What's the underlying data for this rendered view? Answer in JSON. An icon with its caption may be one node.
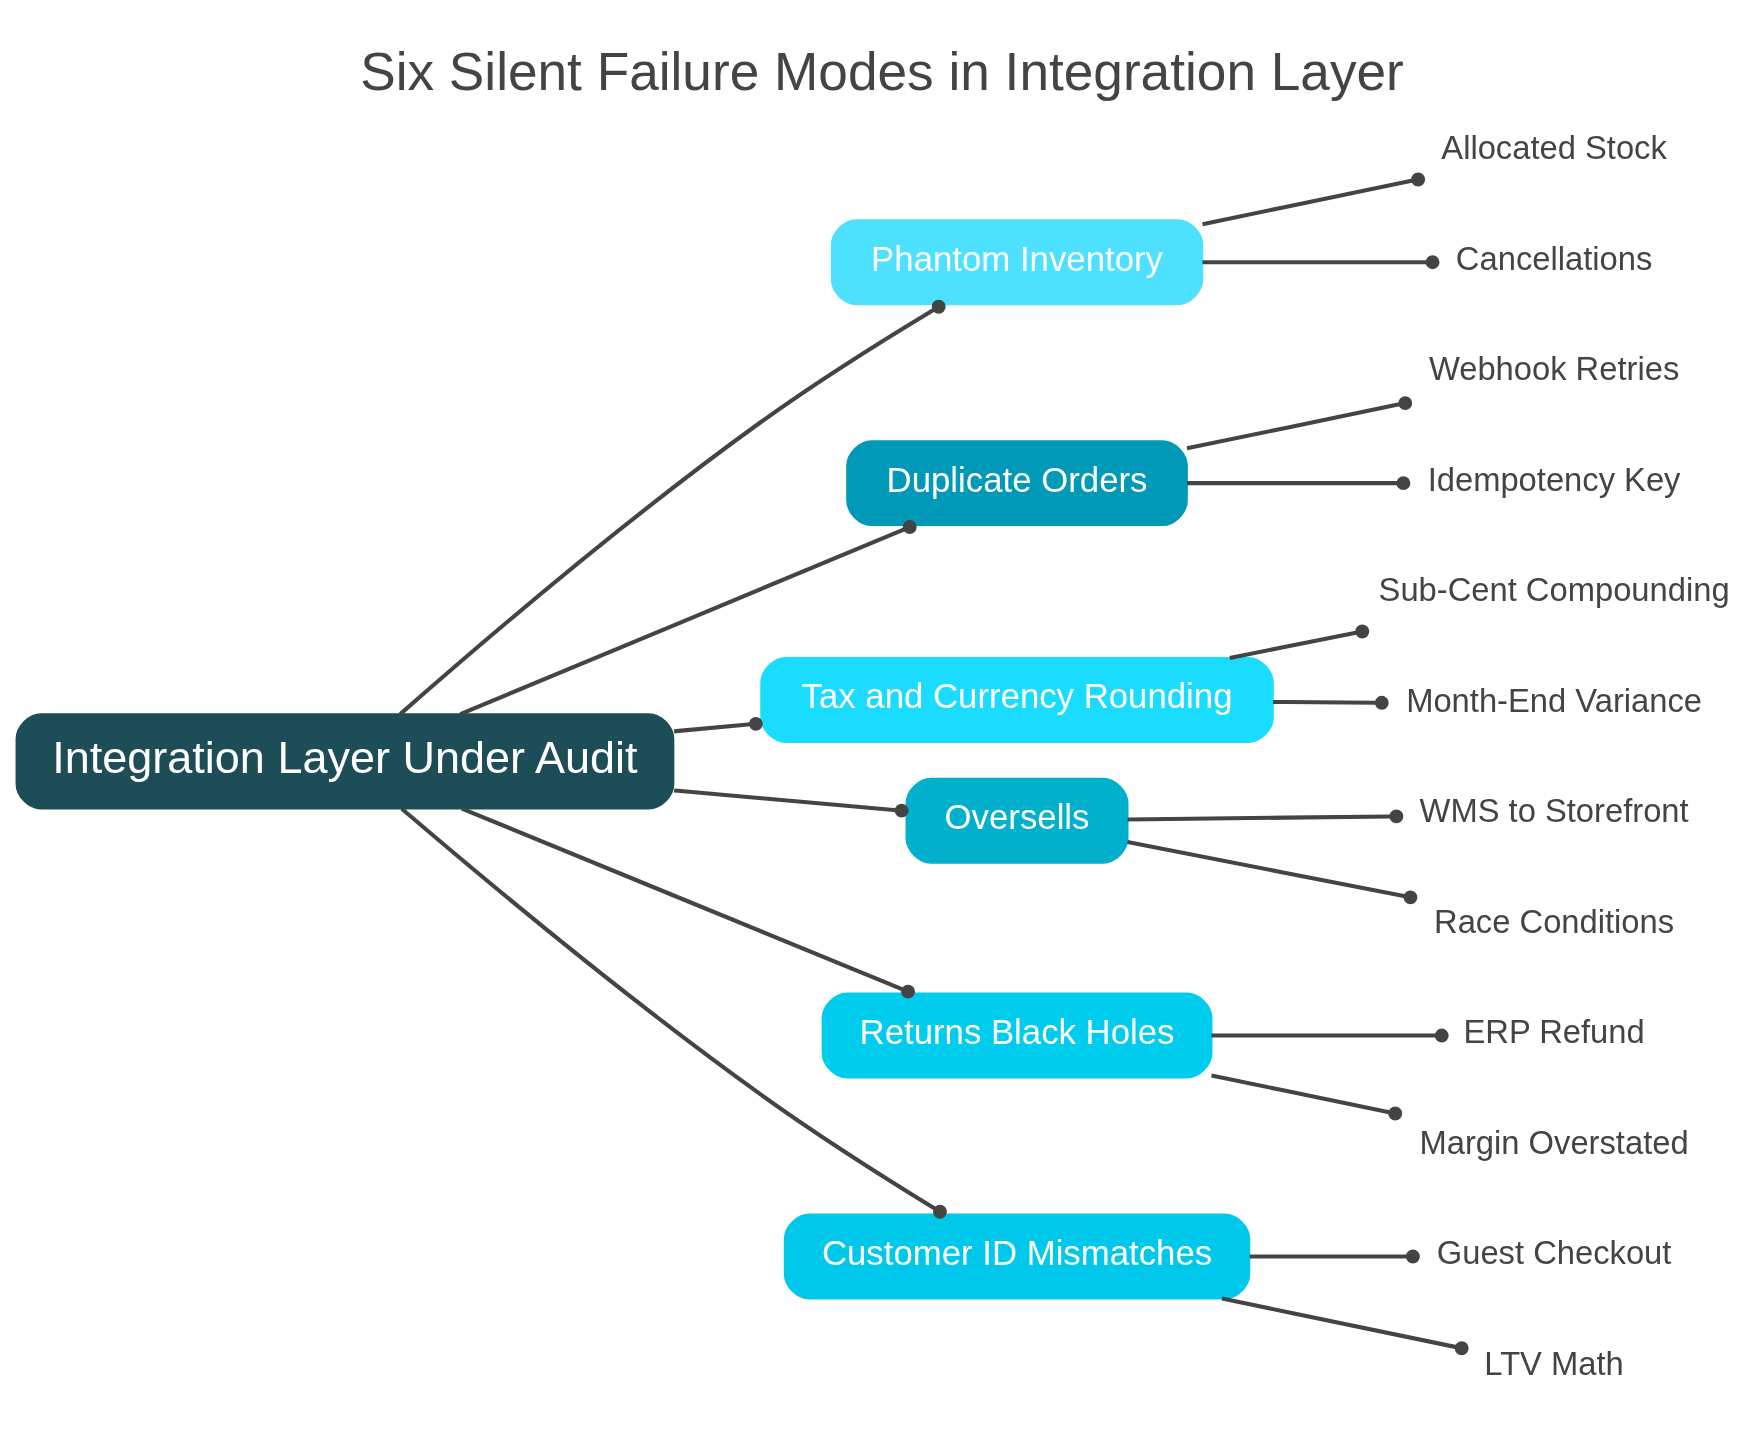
{
  "diagram": {
    "title": "Six Silent Failure Modes in Integration Layer",
    "nodes": [
      {
        "text": [
          "Integration Layer Under Audit"
        ]
      },
      {
        "text": [
          "Phantom Inventory"
        ]
      },
      {
        "text": [
          "Allocated Stock"
        ]
      },
      {
        "text": [
          "Cancellations"
        ]
      },
      {
        "text": [
          "Duplicate Orders"
        ]
      },
      {
        "text": [
          "Webhook Retries"
        ]
      },
      {
        "text": [
          "Idempotency Key"
        ]
      },
      {
        "text": [
          "Tax and Currency Rounding"
        ]
      },
      {
        "text": [
          "Sub-Cent Compounding"
        ]
      },
      {
        "text": [
          "Month-End Variance"
        ]
      },
      {
        "text": [
          "Oversells"
        ]
      },
      {
        "text": [
          "WMS to Storefront"
        ]
      },
      {
        "text": [
          "Race Conditions"
        ]
      },
      {
        "text": [
          "Returns Black Holes"
        ]
      },
      {
        "text": [
          "ERP Refund"
        ]
      },
      {
        "text": [
          "Margin Overstated"
        ]
      },
      {
        "text": [
          "Customer ID Mismatches"
        ]
      },
      {
        "text": [
          "Guest Checkout"
        ]
      },
      {
        "text": [
          "LTV Math"
        ]
      }
    ],
    "edges": [
      {
        "from": 0,
        "to": 1,
        "arrow": "other"
      },
      {
        "from": 0,
        "to": 4,
        "arrow": "other"
      },
      {
        "from": 0,
        "to": 7,
        "arrow": "other"
      },
      {
        "from": 0,
        "to": 10,
        "arrow": "other"
      },
      {
        "from": 0,
        "to": 13,
        "arrow": "other"
      },
      {
        "from": 0,
        "to": 16,
        "arrow": "other"
      },
      {
        "from": 1,
        "to": 2,
        "arrow": "other"
      },
      {
        "from": 1,
        "to": 3,
        "arrow": "other"
      },
      {
        "from": 4,
        "to": 5,
        "arrow": "other"
      },
      {
        "from": 4,
        "to": 6,
        "arrow": "other"
      },
      {
        "from": 7,
        "to": 8,
        "arrow": "other"
      },
      {
        "from": 7,
        "to": 9,
        "arrow": "other"
      },
      {
        "from": 10,
        "to": 11,
        "arrow": "other"
      },
      {
        "from": 10,
        "to": 12,
        "arrow": "other"
      },
      {
        "from": 13,
        "to": 14,
        "arrow": "other"
      },
      {
        "from": 13,
        "to": 15,
        "arrow": "other"
      },
      {
        "from": 16,
        "to": 17,
        "arrow": "other"
      },
      {
        "from": 16,
        "to": 18,
        "arrow": "other"
      }
    ]
  }
}
